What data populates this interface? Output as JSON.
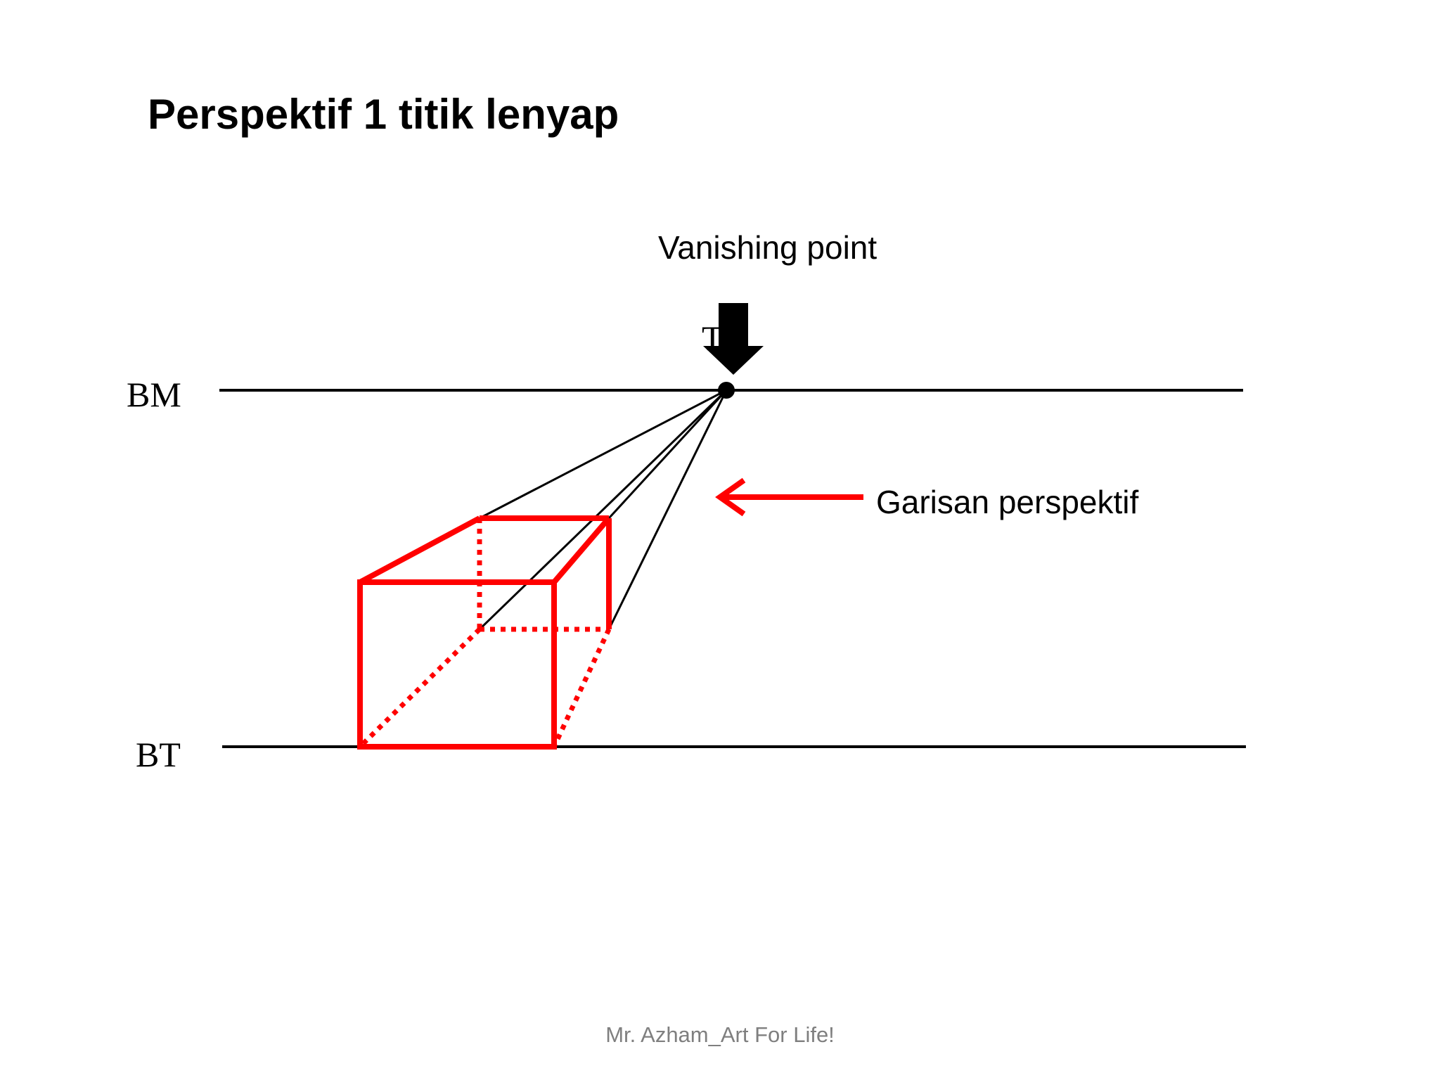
{
  "slide": {
    "title": "Perspektif 1 titik lenyap",
    "footer": "Mr. Azham_Art For Life!"
  },
  "diagram": {
    "horizon_label": "BM",
    "ground_label": "BT",
    "vanishing_point_label": "Vanishing point",
    "vanishing_point_marker_text": "T",
    "perspective_lines_label": "Garisan perspektif",
    "colors": {
      "lines": "#000000",
      "cube": "#ff0000",
      "arrow_vanishing": "#000000",
      "arrow_perspective": "#ff0000"
    }
  }
}
